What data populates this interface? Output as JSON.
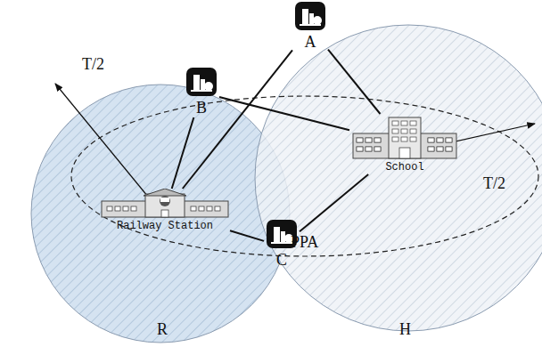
{
  "diagram": {
    "nodes": [
      {
        "text": [
          "Railway Station"
        ]
      },
      {
        "text": [
          "School"
        ]
      },
      {
        "text": [
          "A"
        ]
      },
      {
        "text": [
          "B"
        ]
      },
      {
        "text": [
          "C"
        ]
      }
    ],
    "edges": [
      {
        "from": 0,
        "to": 2,
        "arrow": "none"
      },
      {
        "from": 0,
        "to": 3,
        "arrow": "none"
      },
      {
        "from": 0,
        "to": 4,
        "arrow": "none"
      },
      {
        "from": 1,
        "to": 2,
        "arrow": "none"
      },
      {
        "from": 1,
        "to": 3,
        "arrow": "none"
      },
      {
        "from": 1,
        "to": 4,
        "arrow": "none"
      }
    ],
    "labels": [
      "T/2",
      "T/2",
      "PPA",
      "R",
      "H"
    ]
  }
}
